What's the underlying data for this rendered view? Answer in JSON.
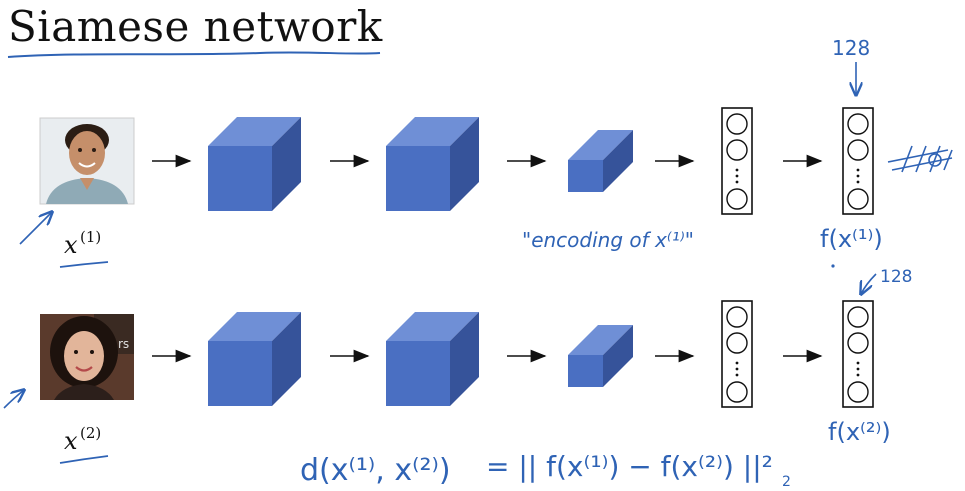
{
  "slide": {
    "title": "Siamese network"
  },
  "rows": [
    {
      "input_label": "x",
      "input_superscript": "(1)",
      "output_label": "f(x⁽¹⁾)",
      "dimension": "128"
    },
    {
      "input_label": "x",
      "input_superscript": "(2)",
      "output_label": "f(x⁽²⁾)",
      "dimension": "128"
    }
  ],
  "annotations": {
    "encoding_text": "\"encoding of x⁽¹⁾\"",
    "distance_formula_lhs": "d(x⁽¹⁾, x⁽²⁾)",
    "distance_formula_rhs": "= || f(x⁽¹⁾) − f(x⁽²⁾) ||²",
    "distance_formula_sub": "2"
  },
  "colors": {
    "cube_front": "#4a6fc2",
    "cube_top": "#6f8fd6",
    "cube_side": "#36539a",
    "ink": "#2f63b5"
  }
}
